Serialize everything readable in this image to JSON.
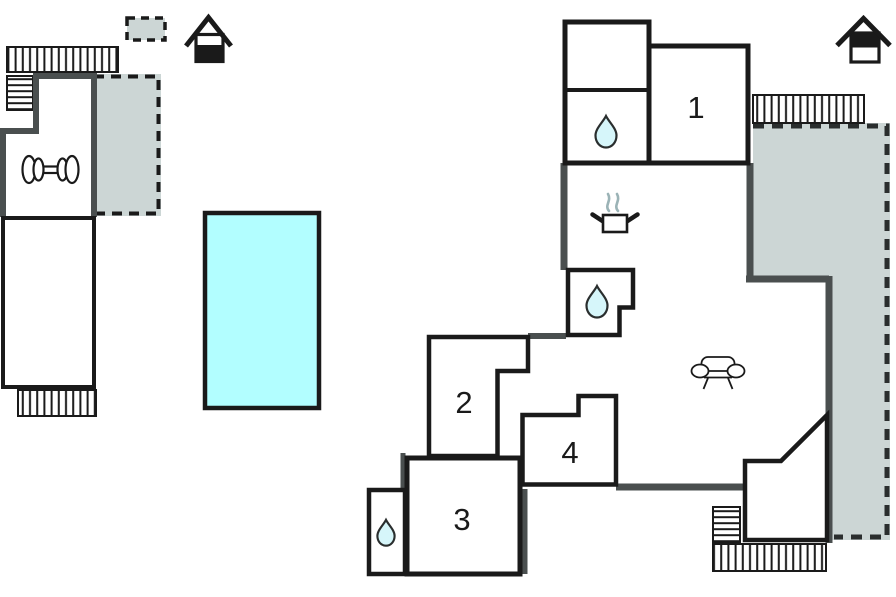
{
  "floorplan": {
    "rooms": [
      {
        "id": "room-1",
        "label": "1"
      },
      {
        "id": "room-2",
        "label": "2"
      },
      {
        "id": "room-3",
        "label": "3"
      },
      {
        "id": "room-4",
        "label": "4"
      }
    ],
    "colors": {
      "pool": "#b2feff",
      "terrace": "#ccd6d5",
      "wall": "#4a4f4f",
      "line": "#1a1a1a",
      "water_drop": "#d6f6fa",
      "steam": "#9bb3b6"
    },
    "icons": [
      {
        "name": "north-house-icon-left"
      },
      {
        "name": "north-house-icon-right"
      },
      {
        "name": "dumbbell-icon"
      },
      {
        "name": "water-drop-icon-bath-1"
      },
      {
        "name": "water-drop-icon-bath-2"
      },
      {
        "name": "water-drop-icon-bath-3"
      },
      {
        "name": "cooking-pot-icon"
      },
      {
        "name": "sofa-icon"
      }
    ]
  }
}
